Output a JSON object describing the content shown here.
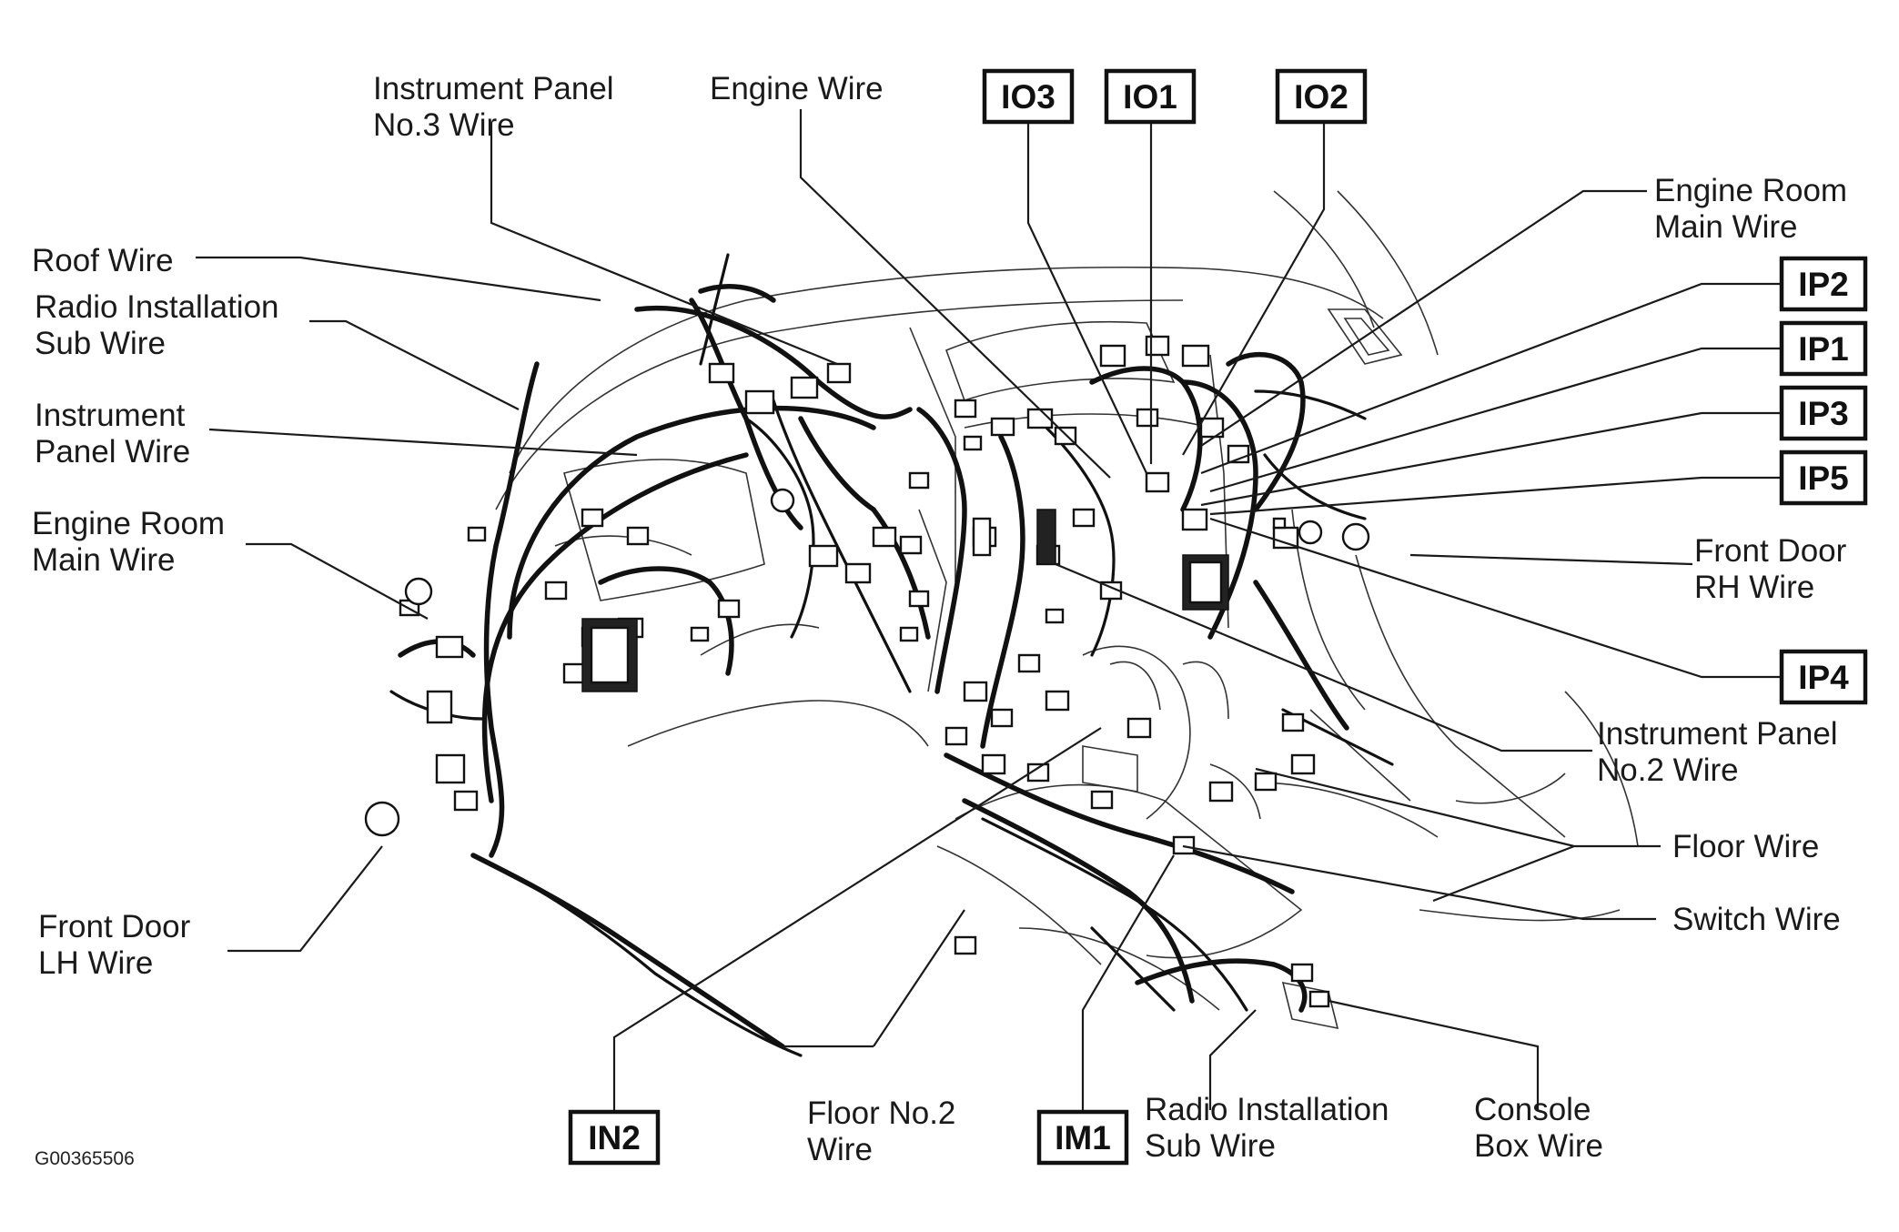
{
  "labels": {
    "instrument_panel_no3_wire": [
      "Instrument Panel",
      "No.3 Wire"
    ],
    "engine_wire": [
      "Engine Wire"
    ],
    "roof_wire": [
      "Roof Wire"
    ],
    "radio_installation_sub_wire_left": [
      "Radio Installation",
      "Sub Wire"
    ],
    "instrument_panel_wire": [
      "Instrument",
      "Panel Wire"
    ],
    "engine_room_main_wire_left": [
      "Engine Room",
      "Main Wire"
    ],
    "front_door_lh_wire": [
      "Front Door",
      "LH Wire"
    ],
    "engine_room_main_wire_right": [
      "Engine Room",
      "Main Wire"
    ],
    "front_door_rh_wire": [
      "Front Door",
      "RH Wire"
    ],
    "instrument_panel_no2_wire": [
      "Instrument Panel",
      "No.2 Wire"
    ],
    "floor_wire": [
      "Floor Wire"
    ],
    "switch_wire": [
      "Switch Wire"
    ],
    "floor_no2_wire": [
      "Floor No.2",
      "Wire"
    ],
    "radio_installation_sub_wire_bottom": [
      "Radio Installation",
      "Sub Wire"
    ],
    "console_box_wire": [
      "Console",
      "Box Wire"
    ]
  },
  "connectors": {
    "io3": "IO3",
    "io1": "IO1",
    "io2": "IO2",
    "ip2": "IP2",
    "ip1": "IP1",
    "ip3": "IP3",
    "ip5": "IP5",
    "ip4": "IP4",
    "in2": "IN2",
    "im1": "IM1"
  },
  "figure_code": "G00365506"
}
